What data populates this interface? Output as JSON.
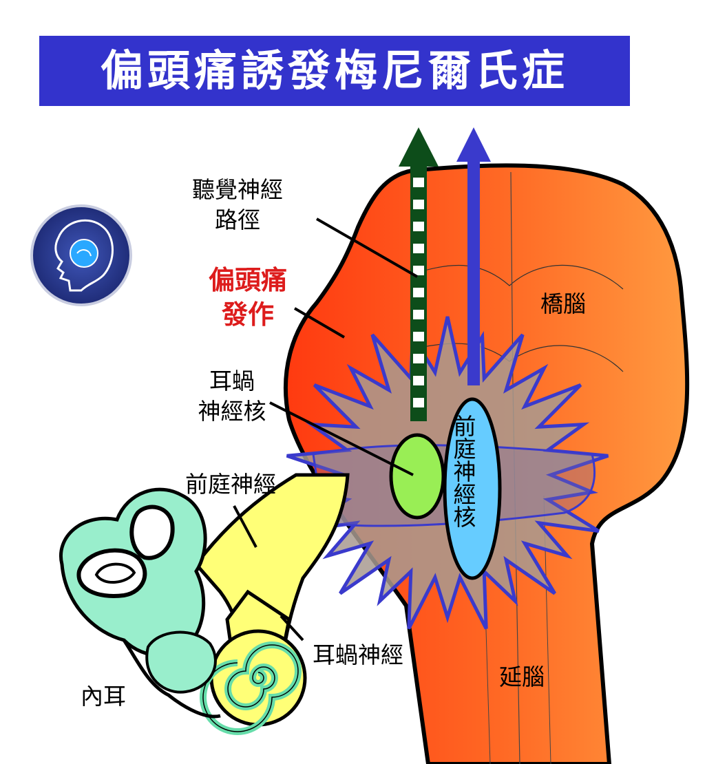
{
  "title": "偏頭痛誘發梅尼爾氏症",
  "labels": {
    "auditory_path_line1": "聽覺神經",
    "auditory_path_line2": "路徑",
    "migraine_line1": "偏頭痛",
    "migraine_line2": "發作",
    "cochlear_nucleus_line1": "耳蝸",
    "cochlear_nucleus_line2": "神經核",
    "vestibular_nerve": "前庭神經",
    "vestibular_nucleus": "前庭神經核",
    "cochlear_nerve": "耳蝸神經",
    "inner_ear": "內耳",
    "pons": "橋腦",
    "medulla": "延腦"
  },
  "colors": {
    "title_bg": "#3333cc",
    "title_text": "#ffffff",
    "migraine_text": "#dd1c1c",
    "brainstem_left": "#ff3a10",
    "brainstem_right": "#ff9a40",
    "burst_fill": "#a89a90",
    "burst_outline": "#3a3acc",
    "cochlear_nucleus": "#99ee55",
    "vestibular_nucleus": "#66ccff",
    "nerve_fill": "#ffff77",
    "inner_ear_fill": "#99eecc",
    "auditory_arrow": "#0d4d1a",
    "vestibular_arrow": "#3a3acc",
    "logo_bg": "#2a3a8a"
  },
  "icons": {
    "logo": "head-profile-logo-icon"
  }
}
